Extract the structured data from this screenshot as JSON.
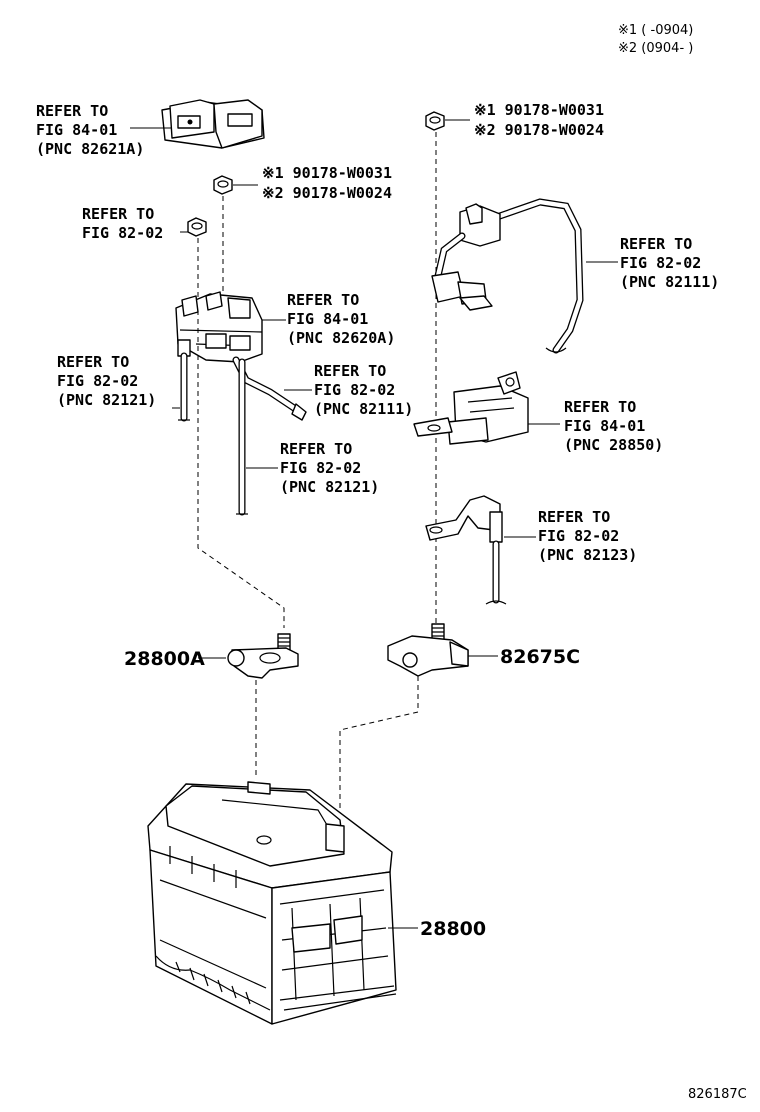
{
  "legend": {
    "note1": "※1 (      -0904)",
    "note2": "※2 (0904-      )"
  },
  "callouts": {
    "top_left_block": {
      "line1": "REFER TO",
      "line2": "FIG 84-01",
      "line3": "(PNC 82621A)"
    },
    "nut_left": {
      "line1": "※1 90178-W0031",
      "line2": "※2 90178-W0024"
    },
    "nut_right": {
      "line1": "※1 90178-W0031",
      "line2": "※2 90178-W0024"
    },
    "bolt_left": {
      "line1": "REFER TO",
      "line2": "FIG 82-02"
    },
    "fuse_block": {
      "line1": "REFER TO",
      "line2": "FIG 84-01",
      "line3": "(PNC 82620A)"
    },
    "cable_left_lower": {
      "line1": "REFER TO",
      "line2": "FIG 82-02",
      "line3": "(PNC 82121)"
    },
    "cable_mid": {
      "line1": "REFER TO",
      "line2": "FIG 82-02",
      "line3": "(PNC 82111)"
    },
    "cable_lower": {
      "line1": "REFER TO",
      "line2": "FIG 82-02",
      "line3": "(PNC 82121)"
    },
    "cable_right_top": {
      "line1": "REFER TO",
      "line2": "FIG 82-02",
      "line3": "(PNC 82111)"
    },
    "sensor": {
      "line1": "REFER TO",
      "line2": "FIG 84-01",
      "line3": "(PNC 28850)"
    },
    "ground_cable": {
      "line1": "REFER TO",
      "line2": "FIG 82-02",
      "line3": "(PNC 82123)"
    }
  },
  "parts": {
    "terminal_positive": "28800A",
    "terminal_negative": "82675C",
    "battery": "28800"
  },
  "diagram_code": "826187C"
}
